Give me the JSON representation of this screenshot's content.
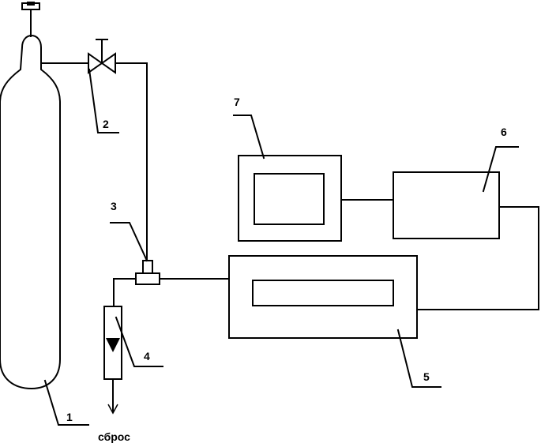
{
  "labels": {
    "n1": "1",
    "n2": "2",
    "n3": "3",
    "n4": "4",
    "n5": "5",
    "n6": "6",
    "n7": "7",
    "exhaust": "сброс"
  },
  "colors": {
    "ink": "#000000",
    "paper": "#ffffff"
  }
}
